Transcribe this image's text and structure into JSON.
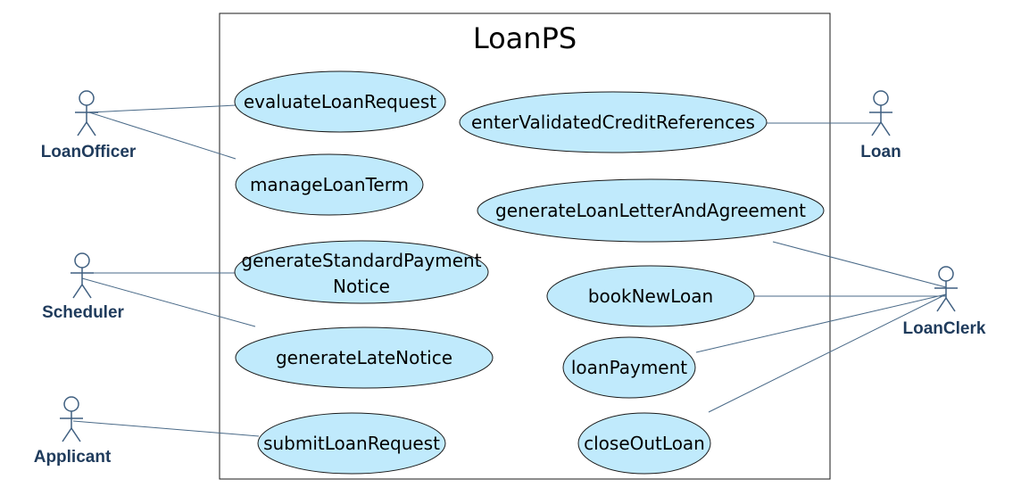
{
  "system": {
    "name": "LoanPS"
  },
  "actors": {
    "loan_officer": "LoanOfficer",
    "scheduler": "Scheduler",
    "applicant": "Applicant",
    "loan": "Loan",
    "loan_clerk": "LoanClerk"
  },
  "use_cases": {
    "evaluate_loan_request": "evaluateLoanRequest",
    "manage_loan_term": "manageLoanTerm",
    "generate_standard_payment_notice_1": "generateStandardPayment",
    "generate_standard_payment_notice_2": "Notice",
    "generate_late_notice": "generateLateNotice",
    "submit_loan_request": "submitLoanRequest",
    "enter_validated_credit_references": "enterValidatedCreditReferences",
    "generate_loan_letter_and_agreement": "generateLoanLetterAndAgreement",
    "book_new_loan": "bookNewLoan",
    "loan_payment": "loanPayment",
    "close_out_loan": "closeOutLoan"
  },
  "colors": {
    "use_case_fill": "#c0eafc",
    "actor_color": "#3f5f80",
    "actor_label_color": "#1f3b5c",
    "association_color": "#4a6a88"
  }
}
